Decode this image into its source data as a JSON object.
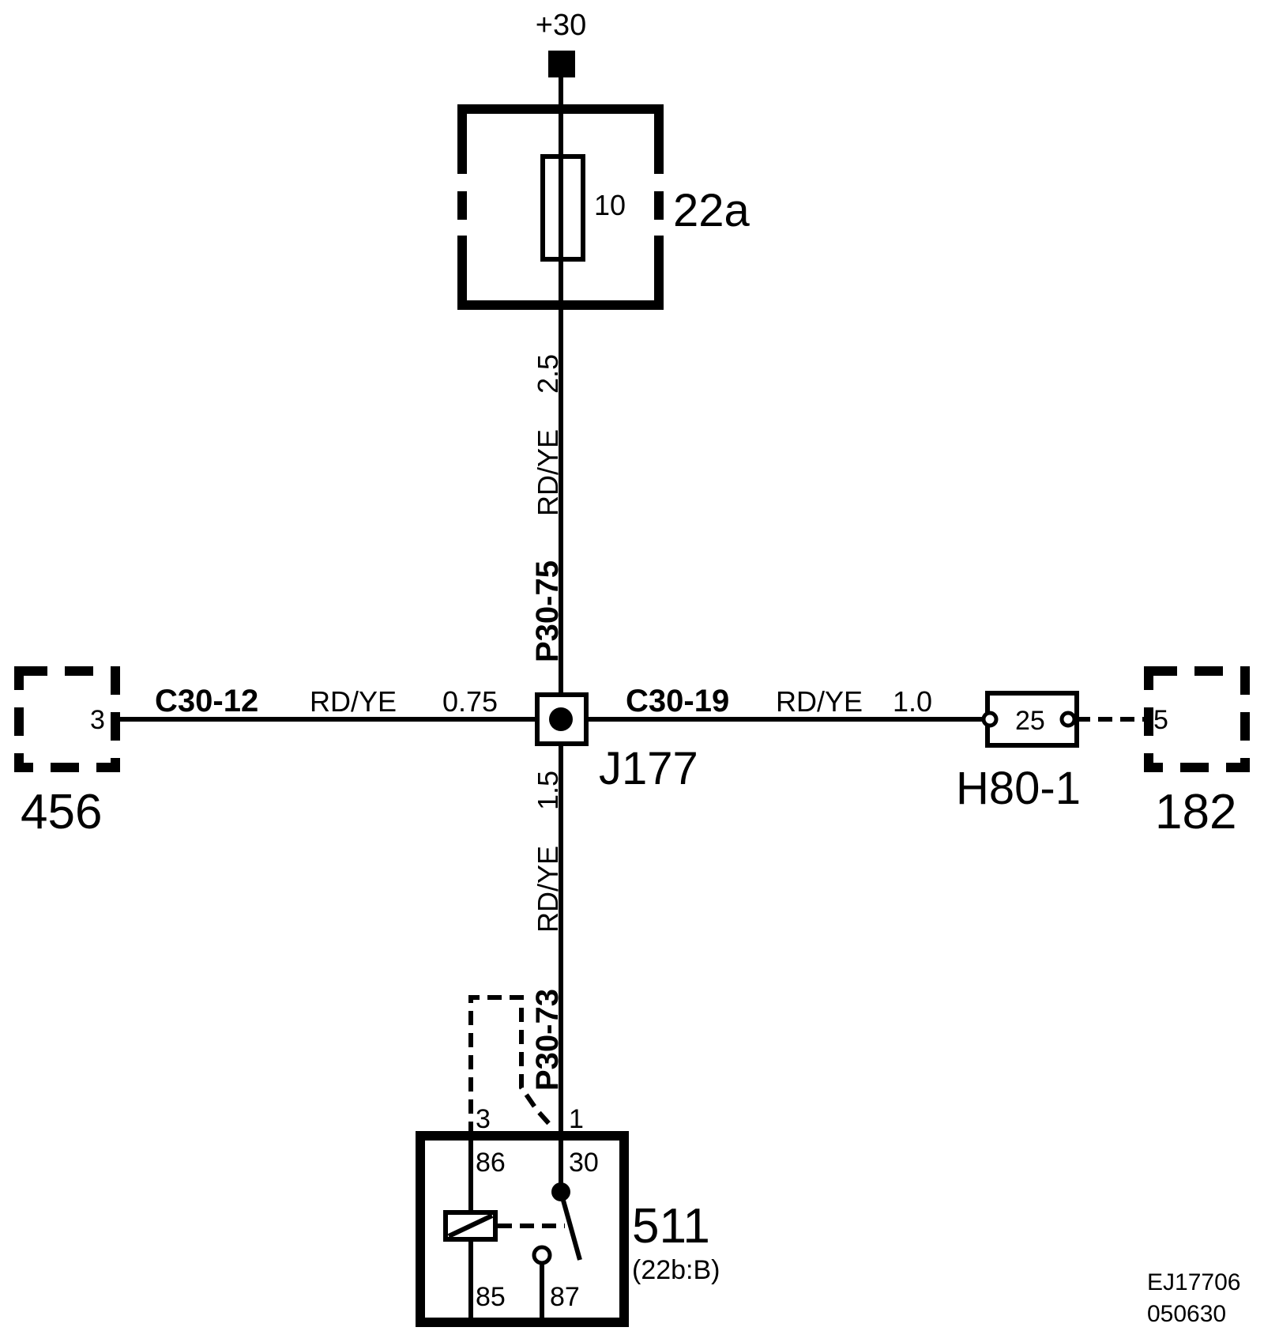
{
  "supply": {
    "label": "+30"
  },
  "fuse": {
    "rating": "10",
    "id": "22a"
  },
  "wire_upper": {
    "circuit": "P30-75",
    "color": "RD/YE",
    "size": "2.5"
  },
  "wire_lower": {
    "circuit": "P30-73",
    "color": "RD/YE",
    "size": "1.5"
  },
  "wire_left": {
    "circuit": "C30-12",
    "color": "RD/YE",
    "size": "0.75"
  },
  "wire_right": {
    "circuit": "C30-19",
    "color": "RD/YE",
    "size": "1.0"
  },
  "splice": {
    "id": "J177"
  },
  "left_component": {
    "id": "456",
    "pin": "3"
  },
  "connector_h80": {
    "id": "H80-1",
    "pin": "25"
  },
  "right_component": {
    "id": "182",
    "pin": "5"
  },
  "relay": {
    "id": "511",
    "location": "(22b:B)",
    "pin_left": "3",
    "pin_right": "1",
    "terminal_86": "86",
    "terminal_30": "30",
    "terminal_85": "85",
    "terminal_87": "87"
  },
  "drawing_ref": {
    "code": "EJ17706",
    "date": "050630"
  }
}
